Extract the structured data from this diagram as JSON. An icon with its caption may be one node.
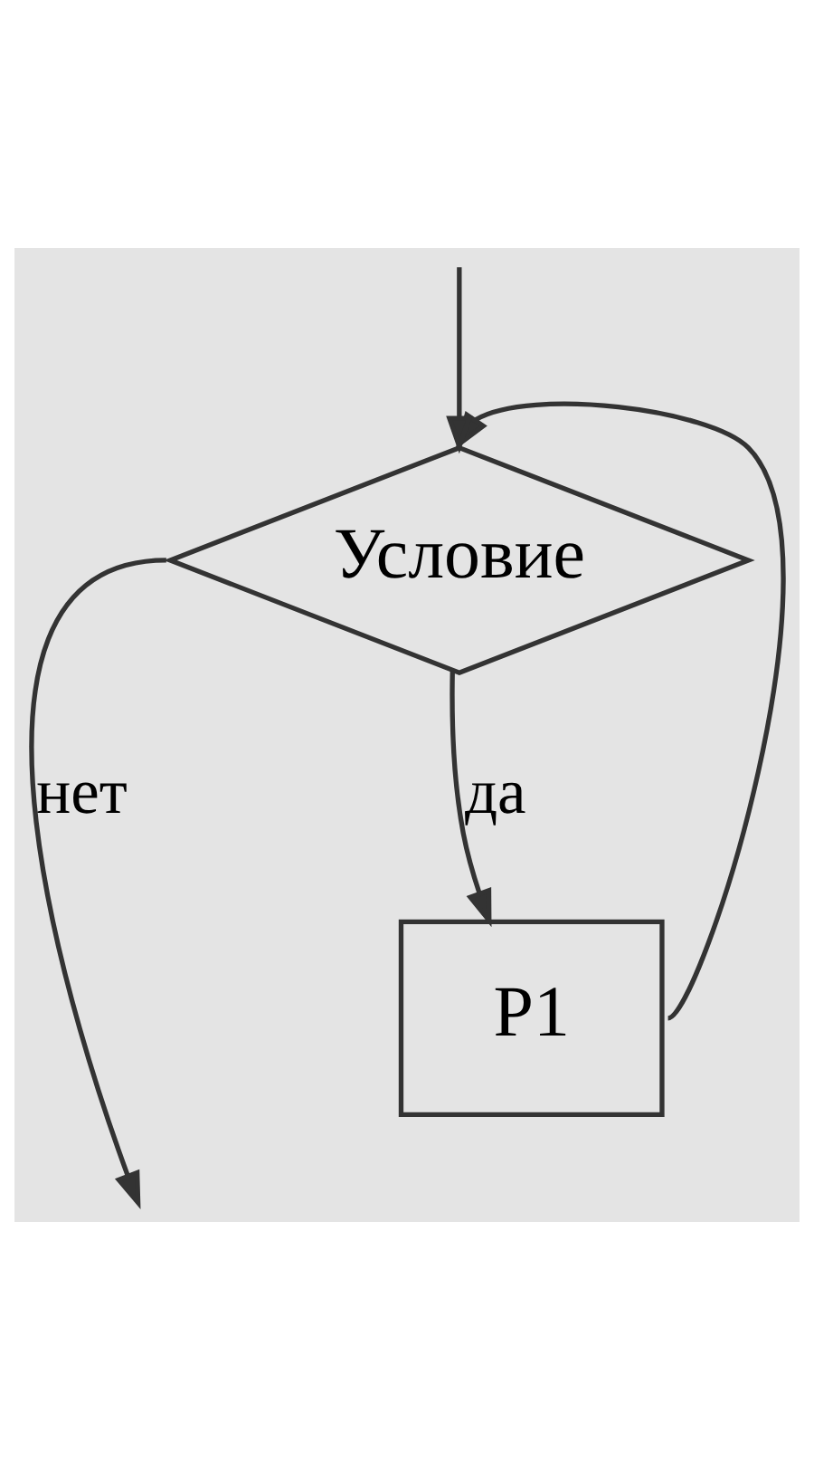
{
  "diagram": {
    "nodes": [
      {
        "text": [
          "Условие"
        ]
      },
      {
        "text": [
          "P1"
        ]
      }
    ],
    "edges": [
      {
        "from": 0,
        "to": null,
        "label": "нет",
        "arrow": "to"
      },
      {
        "from": null,
        "to": 0,
        "arrow": "to"
      },
      {
        "from": 0,
        "to": 1,
        "label": "да",
        "arrow": "to"
      },
      {
        "from": 1,
        "to": 0,
        "arrow": "to"
      }
    ]
  }
}
